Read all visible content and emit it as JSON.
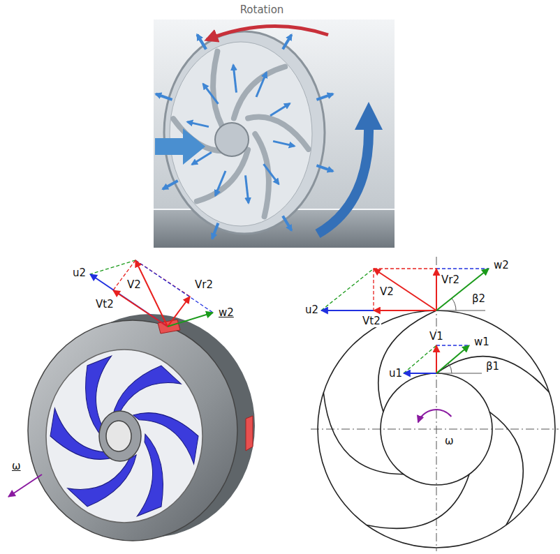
{
  "diagram": {
    "labels": [
      "Rotation",
      "u2",
      "Vt2",
      "V2",
      "Vr2",
      "w2",
      "ω",
      "V2",
      "Vr2",
      "w2",
      "u2",
      "Vt2",
      "β2",
      "V1",
      "w1",
      "u1",
      "β1",
      "ω"
    ]
  }
}
